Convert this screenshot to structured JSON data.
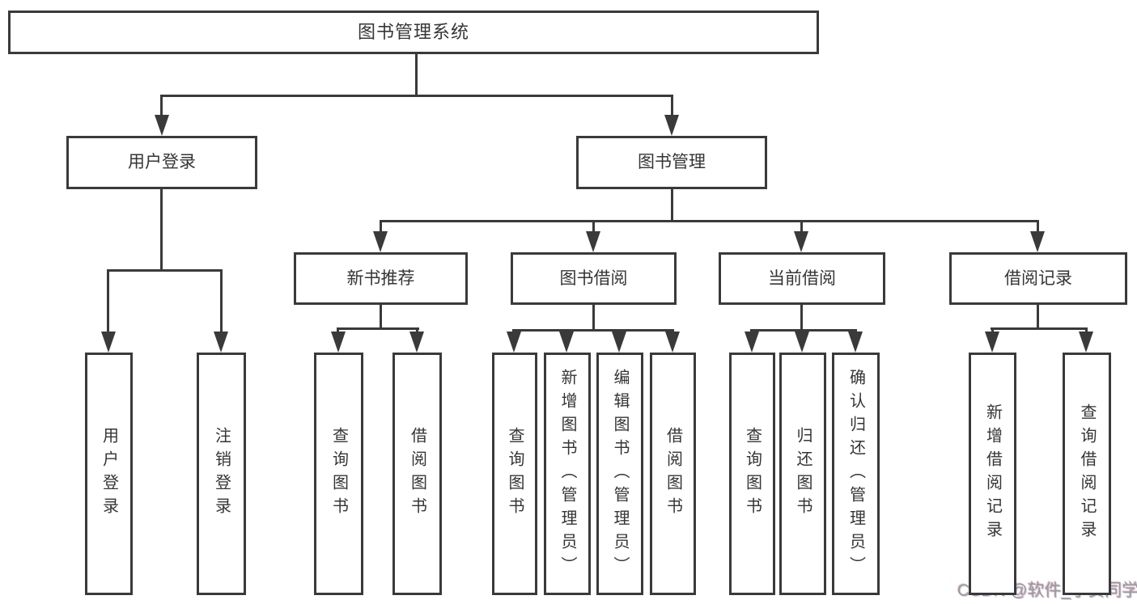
{
  "diagram": {
    "title": "图书管理系统",
    "nodes": [
      {
        "id": "root",
        "label": "图书管理系统",
        "level": 1
      },
      {
        "id": "user-login-group",
        "label": "用户登录",
        "level": 2
      },
      {
        "id": "book-management",
        "label": "图书管理",
        "level": 2
      },
      {
        "id": "new-book-recommend",
        "label": "新书推荐",
        "level": 3
      },
      {
        "id": "book-borrowing",
        "label": "图书借阅",
        "level": 3
      },
      {
        "id": "current-borrowing",
        "label": "当前借阅",
        "level": 3
      },
      {
        "id": "borrowing-records",
        "label": "借阅记录",
        "level": 3
      },
      {
        "id": "user-login",
        "label": "用户登录",
        "level": 4,
        "parent": "user-login-group"
      },
      {
        "id": "logout-login",
        "label": "注销登录",
        "level": 4,
        "parent": "user-login-group"
      },
      {
        "id": "query-books-recommend",
        "label": "查询图书",
        "level": 4,
        "parent": "new-book-recommend"
      },
      {
        "id": "borrow-books-recommend",
        "label": "借阅图书",
        "level": 4,
        "parent": "new-book-recommend"
      },
      {
        "id": "query-books-borrowing",
        "label": "查询图书",
        "level": 4,
        "parent": "book-borrowing"
      },
      {
        "id": "add-books-admin",
        "label": "新增图书（管理员）",
        "level": 4,
        "parent": "book-borrowing"
      },
      {
        "id": "edit-books-admin",
        "label": "编辑图书（管理员）",
        "level": 4,
        "parent": "book-borrowing"
      },
      {
        "id": "borrow-books-borrowing",
        "label": "借阅图书",
        "level": 4,
        "parent": "book-borrowing"
      },
      {
        "id": "query-books-current",
        "label": "查询图书",
        "level": 4,
        "parent": "current-borrowing"
      },
      {
        "id": "return-books",
        "label": "归还图书",
        "level": 4,
        "parent": "current-borrowing"
      },
      {
        "id": "confirm-return-admin",
        "label": "确认归还（管理员）",
        "level": 4,
        "parent": "current-borrowing"
      },
      {
        "id": "add-borrowing-record",
        "label": "新增借阅记录",
        "level": 4,
        "parent": "borrowing-records"
      },
      {
        "id": "query-borrowing-record",
        "label": "查询借阅记录",
        "level": 4,
        "parent": "borrowing-records"
      }
    ],
    "colors": {
      "line": "#3a3a3a",
      "text": "#353535",
      "box_background": "#ffffff",
      "background": "#ffffff",
      "watermark": "#9a9a9a"
    }
  },
  "watermark": {
    "text": "CSDN @软件_小贺同学"
  }
}
